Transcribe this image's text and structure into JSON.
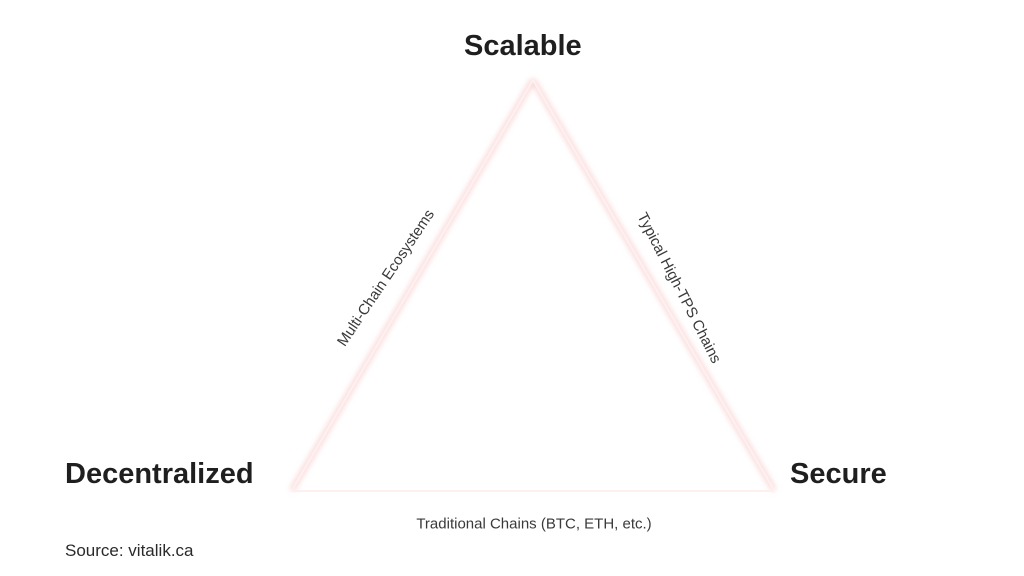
{
  "vertices": {
    "top": "Scalable",
    "left": "Decentralized",
    "right": "Secure"
  },
  "edges": {
    "left": "Multi-Chain Ecosystems",
    "right": "Typical High-TPS Chains",
    "bottom": "Traditional Chains (BTC, ETH, etc.)"
  },
  "source": "Source: vitalik.ca",
  "colors": {
    "edge_glow": "#f7c9c9",
    "edge_core": "#ffeaea",
    "text": "#1f1f1f"
  }
}
